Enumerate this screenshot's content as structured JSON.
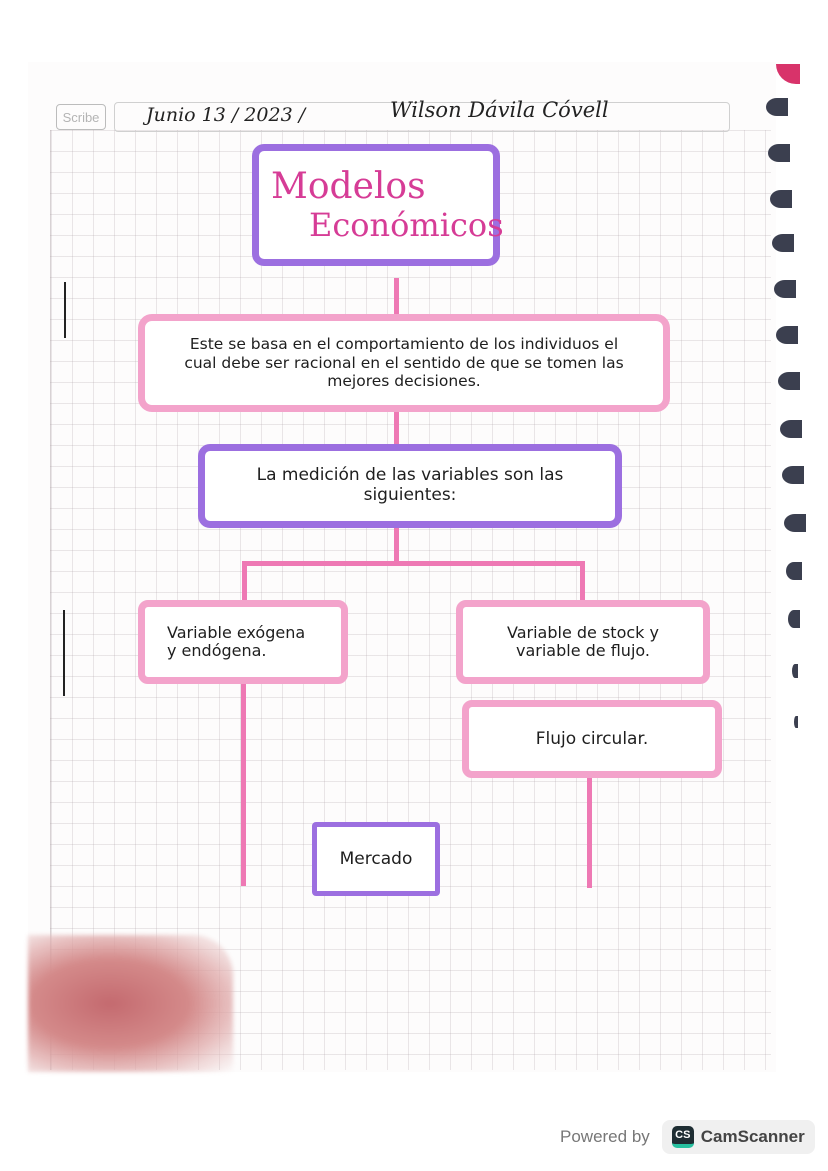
{
  "header": {
    "brand_badge": "Scribe",
    "date": "Junio 13 / 2023 /",
    "signature": "Wilson Dávila Cóvell"
  },
  "diagram": {
    "title_line1": "Modelos",
    "title_line2": "Económicos",
    "description": "Este se basa en el comportamiento de los individuos el cual debe ser racional en el sentido de que se tomen las mejores decisiones.",
    "measurement": "La medición de las variables son las siguientes:",
    "branch_left": "Variable exógena y endógena.",
    "branch_right": "Variable de stock y variable de flujo.",
    "flow": "Flujo circular.",
    "market": "Mercado"
  },
  "colors": {
    "purple_border": "#9c6fe0",
    "pink_border": "#f3a3cb",
    "title_text": "#d63c96",
    "connector": "#ee79b4"
  },
  "footer": {
    "powered_by": "Powered by",
    "cs_icon": "CS",
    "app_name": "CamScanner"
  }
}
